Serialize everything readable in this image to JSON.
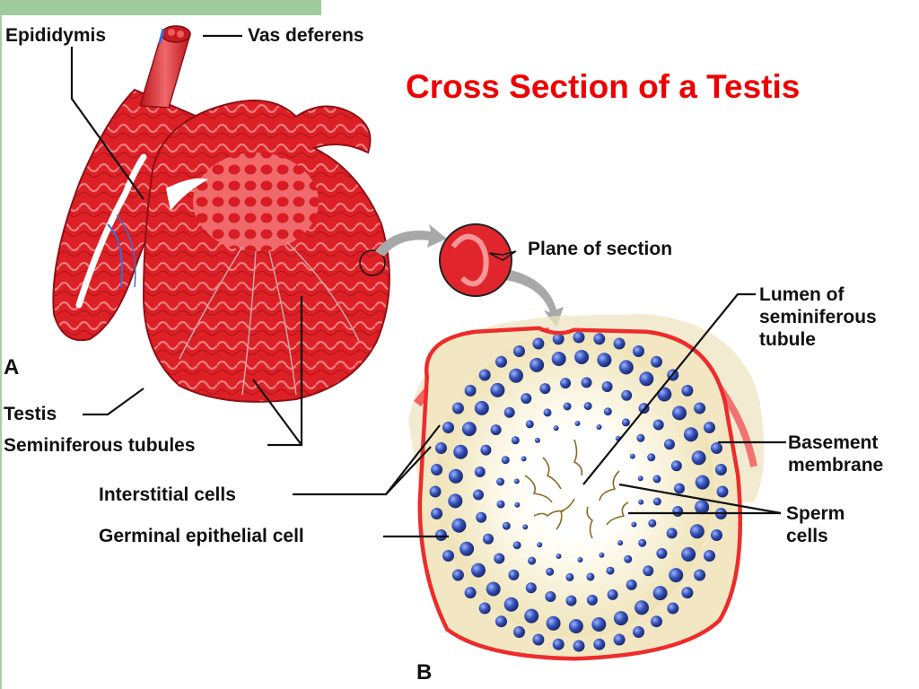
{
  "title": "Cross Section of a Testis",
  "colors": {
    "title": "#ee0000",
    "tissue_red": "#e0232a",
    "basement_red": "#ee2b2b",
    "nucleus_blue": "#3451b8",
    "cell_tan": "#e9dcae",
    "arrow_gray": "#a8a8a8",
    "header_green": "#9ecb9b"
  },
  "panel_a": {
    "letter": "A",
    "labels": {
      "epididymis": "Epididymis",
      "vas_deferens": "Vas deferens",
      "testis": "Testis",
      "seminiferous_tubules": "Seminiferous tubules",
      "plane_of_section": "Plane of section"
    }
  },
  "panel_b": {
    "letter": "B",
    "labels": {
      "lumen_line1": "Lumen of",
      "lumen_line2": "seminiferous",
      "lumen_line3": "tubule",
      "basement_line1": "Basement",
      "basement_line2": "membrane",
      "sperm_line1": "Sperm",
      "sperm_line2": "cells",
      "interstitial": "Interstitial cells",
      "germinal": "Germinal epithelial cell"
    }
  }
}
